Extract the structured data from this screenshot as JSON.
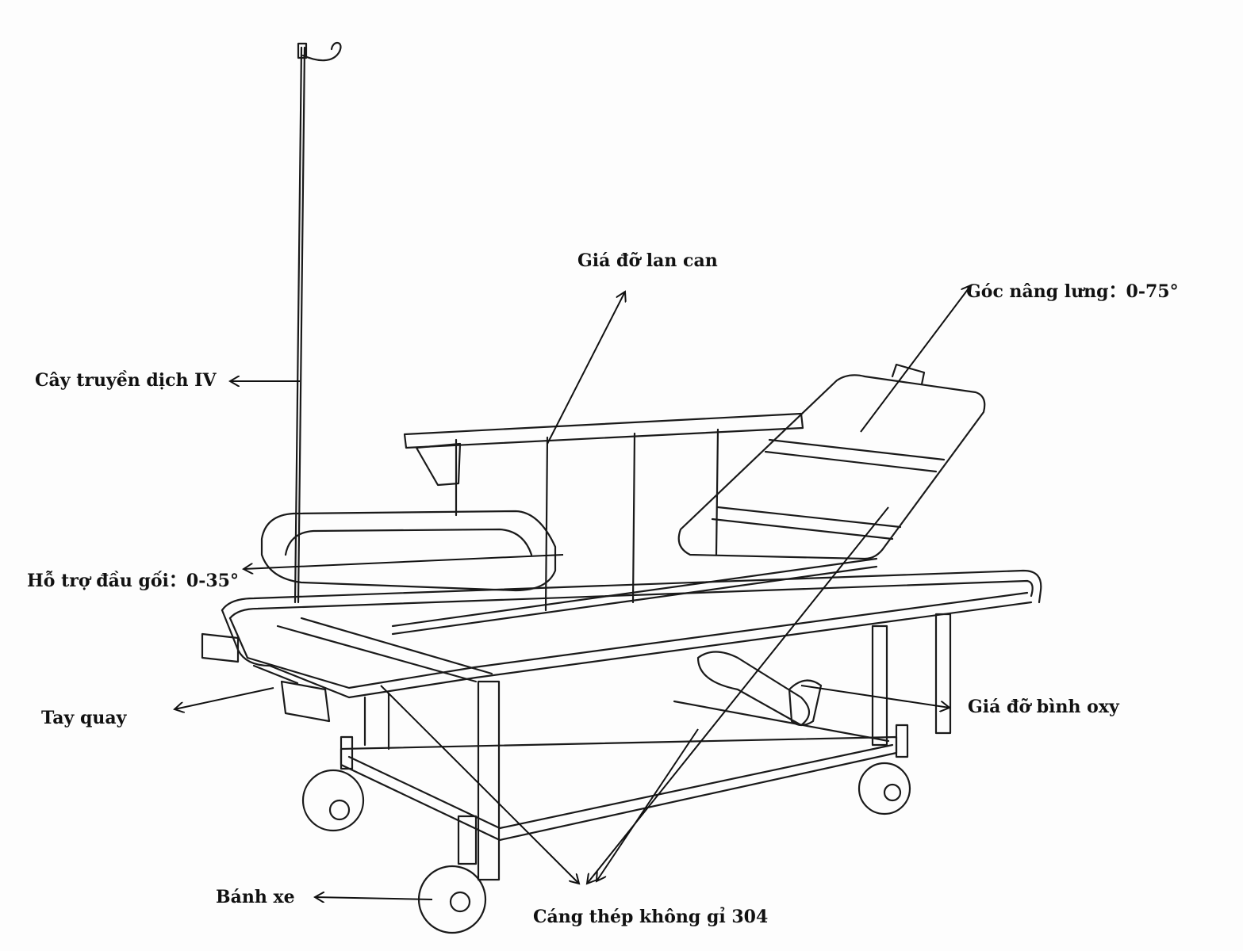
{
  "labels": {
    "rail_support": "Giá đỡ lan can",
    "back_angle": "Góc nâng lưng：0-75°",
    "iv_pole": "Cây truyền dịch IV",
    "knee_support": "Hỗ trợ đầu gối：0-35°",
    "crank": "Tay quay",
    "oxygen_holder": "Giá đỡ bình oxy",
    "wheel": "Bánh xe",
    "stretcher_frame": "Cáng thép không gỉ 304"
  },
  "colors": {
    "line": "#1a1a1a",
    "text": "#111111",
    "background": "#fdfdfd"
  }
}
